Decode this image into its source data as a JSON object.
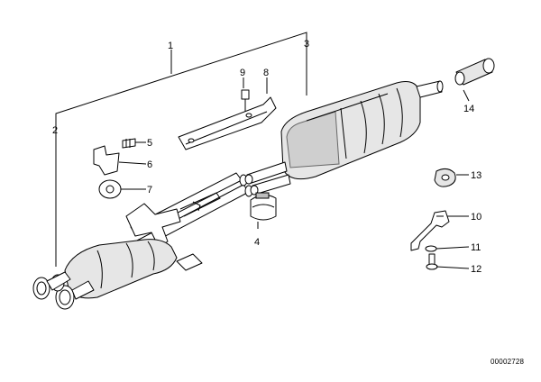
{
  "callouts": {
    "c1": "1",
    "c2": "2",
    "c3": "3",
    "c4": "4",
    "c5": "5",
    "c6": "6",
    "c7": "7",
    "c8": "8",
    "c9": "9",
    "c10": "10",
    "c11": "11",
    "c12": "12",
    "c13": "13",
    "c14": "14"
  },
  "document_id": "00002728",
  "colors": {
    "line": "#000000",
    "background": "#ffffff",
    "shading": "#e6e6e6"
  }
}
